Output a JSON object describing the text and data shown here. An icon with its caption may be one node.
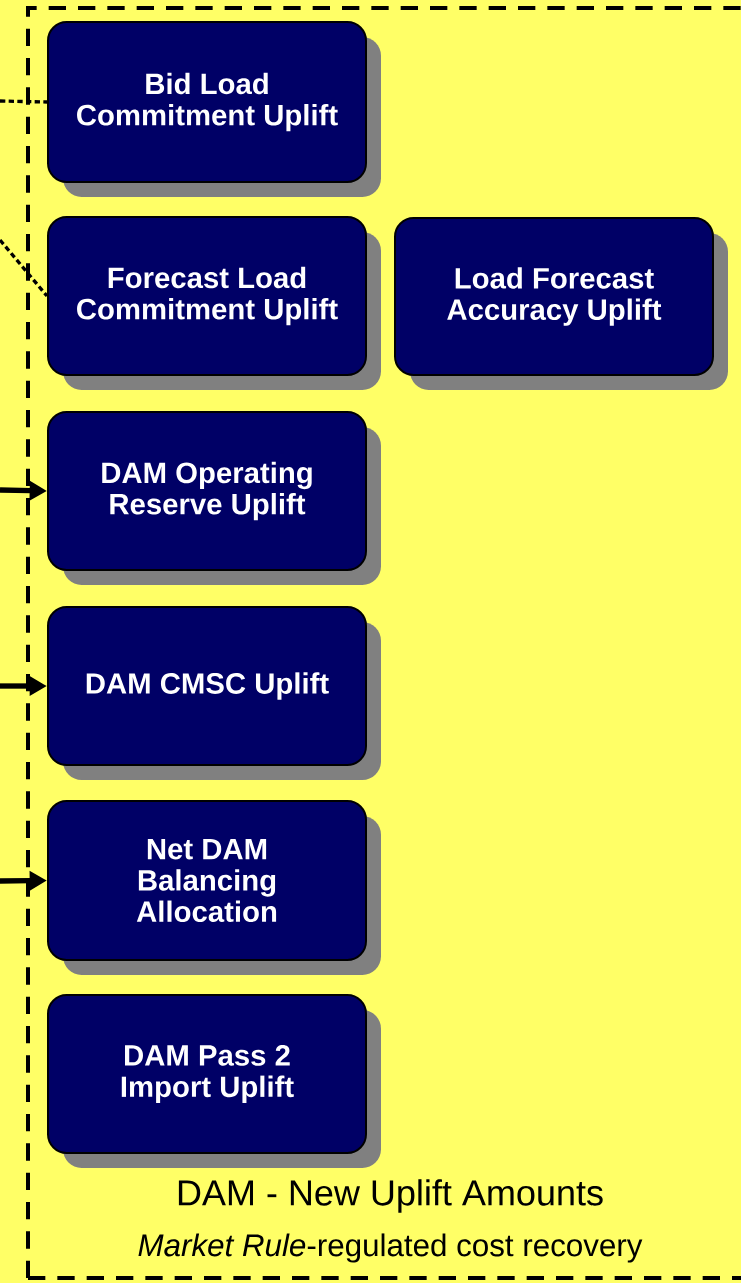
{
  "diagram": {
    "nodes": [
      {
        "text": [
          "DAM - New Uplift Amounts",
          "*Market Rule*-regulated cost recovery"
        ]
      },
      {
        "text": [
          "Bid Load Commitment Uplift"
        ],
        "in": 0
      },
      {
        "text": [
          "Forecast Load Commitment Uplift"
        ],
        "in": 0
      },
      {
        "text": [
          "Load Forecast Accuracy Uplift"
        ],
        "in": 0
      },
      {
        "text": [
          "DAM Operating Reserve Uplift"
        ],
        "in": 0
      },
      {
        "text": [
          "DAM CMSC Uplift"
        ],
        "in": 0
      },
      {
        "text": [
          "Net DAM Balancing Allocation"
        ],
        "in": 0
      },
      {
        "text": [
          "DAM Pass 2 Import Uplift"
        ],
        "in": 0
      }
    ],
    "edges": [
      {
        "from": null,
        "to": 1,
        "arrow": "none",
        "style": "dashed"
      },
      {
        "from": null,
        "to": 2,
        "arrow": "none",
        "style": "dashed"
      },
      {
        "from": null,
        "to": 4,
        "arrow": "to"
      },
      {
        "from": null,
        "to": 5,
        "arrow": "to"
      },
      {
        "from": null,
        "to": 6,
        "arrow": "to"
      }
    ]
  }
}
